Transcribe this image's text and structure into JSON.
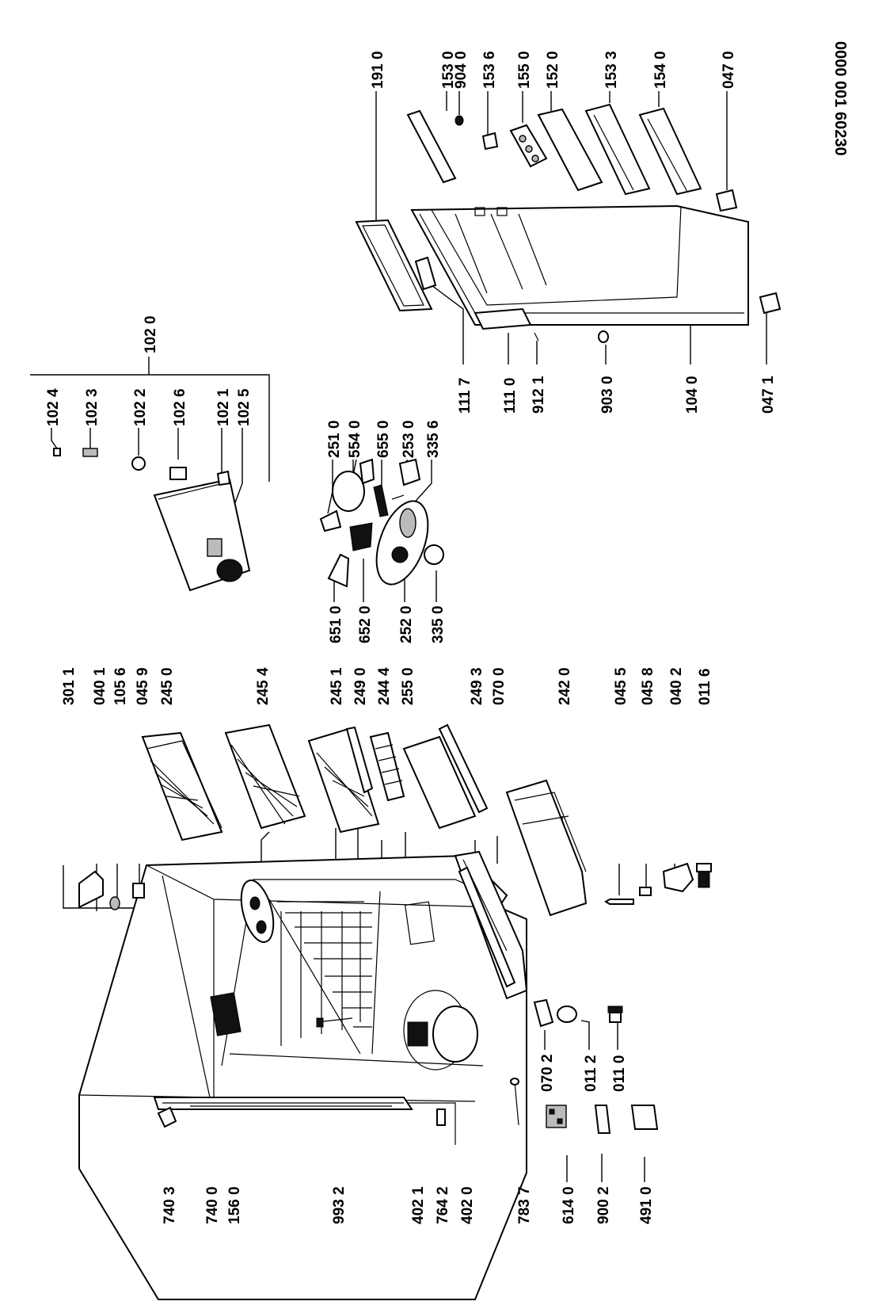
{
  "diagram": {
    "document_id": "0000 001 60230",
    "labels": {
      "p_301_1": "301 1",
      "p_040_1": "040 1",
      "p_105_6": "105 6",
      "p_045_9": "045 9",
      "p_245_0": "245 0",
      "p_245_4": "245 4",
      "p_245_1": "245 1",
      "p_249_0": "249 0",
      "p_244_4": "244 4",
      "p_255_0": "255 0",
      "p_249_3": "249 3",
      "p_070_0": "070 0",
      "p_242_0": "242 0",
      "p_045_5": "045 5",
      "p_045_8": "045 8",
      "p_040_2": "040 2",
      "p_011_6": "011 6",
      "p_070_2": "070 2",
      "p_011_2": "011 2",
      "p_011_0": "011 0",
      "p_740_3": "740 3",
      "p_740_0": "740 0",
      "p_156_0": "156 0",
      "p_993_2": "993 2",
      "p_402_1": "402 1",
      "p_764_2": "764 2",
      "p_402_0": "402 0",
      "p_783_7": "783 7",
      "p_614_0": "614 0",
      "p_900_2": "900 2",
      "p_491_0": "491 0",
      "p_651_0": "651 0",
      "p_652_0": "652 0",
      "p_252_0": "252 0",
      "p_335_0": "335 0",
      "p_251_0": "251 0",
      "p_554_0": "554 0",
      "p_655_0": "655 0",
      "p_253_0": "253 0",
      "p_335_6": "335 6",
      "p_102_0": "102 0",
      "p_102_4": "102 4",
      "p_102_3": "102 3",
      "p_102_2": "102 2",
      "p_102_6": "102 6",
      "p_102_1": "102 1",
      "p_102_5": "102 5",
      "p_111_7": "111 7",
      "p_111_0": "111 0",
      "p_912_1": "912 1",
      "p_903_0": "903 0",
      "p_104_0": "104 0",
      "p_047_1": "047 1",
      "p_191_0": "191 0",
      "p_153_0": "153 0",
      "p_904_0": "904 0",
      "p_153_6": "153 6",
      "p_155_0": "155 0",
      "p_152_0": "152 0",
      "p_153_3": "153 3",
      "p_154_0": "154 0",
      "p_047_0": "047 0"
    }
  }
}
